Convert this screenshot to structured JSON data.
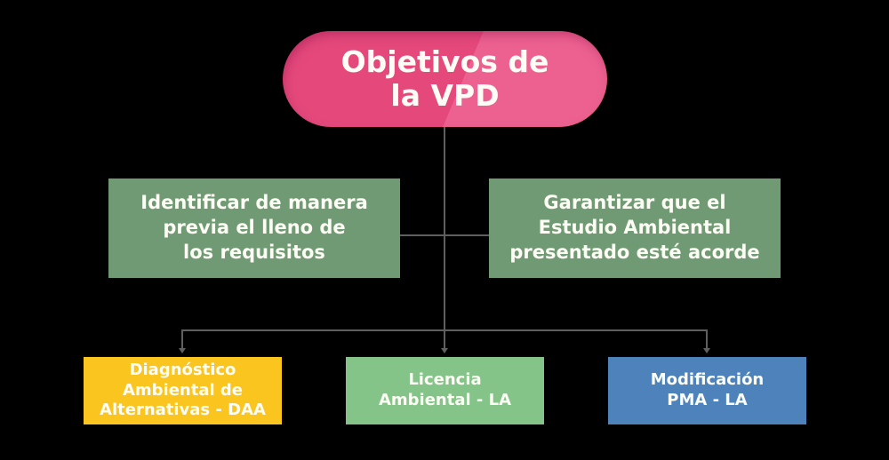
{
  "colors": {
    "background": "#000000",
    "root_pink": "#e5497c",
    "root_pink_light": "#ec6190",
    "objective_green": "#6f9a73",
    "daa_yellow": "#fbc51f",
    "la_green": "#84c488",
    "pma_blue": "#4d83ba",
    "connector_gray": "#5f5f5f",
    "text_white": "#fdfdf6"
  },
  "root": {
    "label": "Objetivos de\nla VPD"
  },
  "objectives": [
    {
      "label": "Identificar de manera\nprevia el lleno de\nlos requisitos"
    },
    {
      "label": "Garantizar que el\nEstudio Ambiental\npresentado esté acorde"
    }
  ],
  "instruments": [
    {
      "label": "Diagnóstico\nAmbiental de\nAlternativas - DAA"
    },
    {
      "label": "Licencia\nAmbiental - LA"
    },
    {
      "label": "Modificación\nPMA - LA"
    }
  ]
}
